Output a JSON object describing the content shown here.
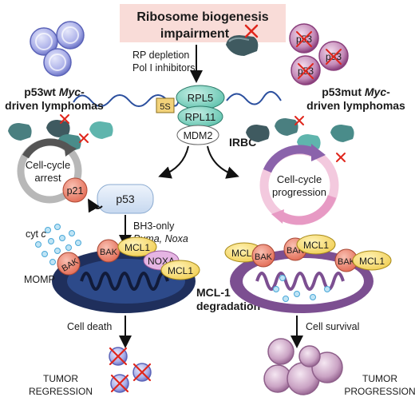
{
  "title_line1": "Ribosome biogenesis",
  "title_line2": "impairment",
  "rp_depletion": "RP depletion",
  "pol_inhibitors": "Pol I inhibitors",
  "rpl5": "RPL5",
  "rpl11": "RPL11",
  "five_s": "5S",
  "mdm2": "MDM2",
  "irbc": "IRBC",
  "p53wt_line1_a": "p53wt ",
  "p53wt_line1_b": "Myc",
  "p53wt_line1_c": "-",
  "p53wt_line2": "driven lymphomas",
  "p53mut_line1_a": "p53mut ",
  "p53mut_line1_b": "Myc",
  "p53mut_line1_c": "-",
  "p53mut_line2": "driven lymphomas",
  "p53_cell_label": "p53",
  "cc_arrest_line1": "Cell-cycle",
  "cc_arrest_line2": "arrest",
  "p21": "p21",
  "p53": "p53",
  "bh3_only": "BH3-only",
  "puma_noxa": "Puma, Noxa",
  "cc_prog_line1": "Cell-cycle",
  "cc_prog_line2": "progression",
  "cyt_c_a": "cyt ",
  "cyt_c_b": "c",
  "bak": "BAK",
  "mcl1": "MCL1",
  "noxa": "NOXA",
  "momp": "MOMP",
  "mcl1_deg_line1": "MCL-1",
  "mcl1_deg_line2": "degradation",
  "cell_death": "Cell death",
  "cell_survival": "Cell survival",
  "tumor_reg_line1": "TUMOR",
  "tumor_reg_line2": "REGRESSION",
  "tumor_prog_line1": "TUMOR",
  "tumor_prog_line2": "PROGRESSION",
  "colors": {
    "title_bg": "#f9dcd8",
    "cell_wt": "#8f96d8",
    "cell_mut": "#a04f8f",
    "rpl": "#7fd0bf",
    "five_s": "#f2d27a",
    "mcl1": "#f4d66b",
    "bak": "#ee8a74",
    "noxa": "#e5b5e3",
    "mito_left": "#1f2f5c",
    "mito_right": "#7c4f91",
    "red_x": "#e0261c"
  }
}
